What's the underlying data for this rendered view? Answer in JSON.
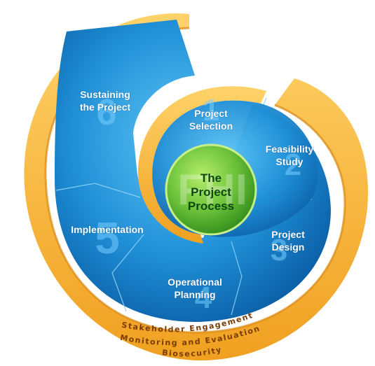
{
  "diagram": {
    "center": {
      "title_lines": [
        "The",
        "Project",
        "Process"
      ],
      "mark": "FHI"
    },
    "steps": [
      {
        "number": "1",
        "lines": [
          "Project",
          "Selection"
        ]
      },
      {
        "number": "2",
        "lines": [
          "Feasibility",
          "Study"
        ]
      },
      {
        "number": "3",
        "lines": [
          "Project",
          "Design"
        ]
      },
      {
        "number": "4",
        "lines": [
          "Operational",
          "Planning"
        ]
      },
      {
        "number": "5",
        "lines": [
          "Implementation"
        ]
      },
      {
        "number": "6",
        "lines": [
          "Sustaining",
          "the Project"
        ]
      }
    ],
    "ring_labels": [
      "Stakeholder Engagement",
      "Monitoring and Evaluation",
      "Biosecurity"
    ],
    "colors": {
      "ring": "#f4b23a",
      "ring_dark": "#e8961c",
      "segment_blue": "#1f8fd6",
      "segment_blue_light": "#48b6f0",
      "center_green": "#6cc23a"
    }
  }
}
